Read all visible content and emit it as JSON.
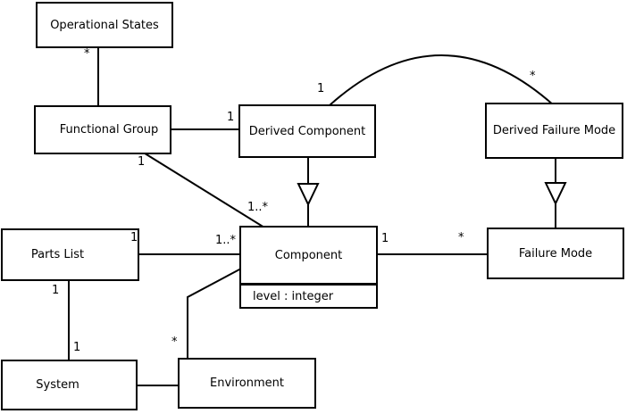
{
  "diagram_type": "uml-class-diagram",
  "colors": {
    "background": "#ffffff",
    "line": "#000000",
    "box_fill": "#ffffff",
    "text": "#000000"
  },
  "classes": [
    {
      "id": "operational-states",
      "name": "Operational States"
    },
    {
      "id": "functional-group",
      "name": "Functional Group"
    },
    {
      "id": "derived-component",
      "name": "Derived Component"
    },
    {
      "id": "derived-failure-mode",
      "name": "Derived Failure Mode"
    },
    {
      "id": "parts-list",
      "name": "Parts List"
    },
    {
      "id": "component",
      "name": "Component",
      "attributes": [
        "level : integer"
      ]
    },
    {
      "id": "failure-mode",
      "name": "Failure Mode"
    },
    {
      "id": "system",
      "name": "System"
    },
    {
      "id": "environment",
      "name": "Environment"
    }
  ],
  "associations": [
    {
      "between": [
        "Operational States",
        "Functional Group"
      ],
      "mult_near_a": "*",
      "mult_near_b": ""
    },
    {
      "between": [
        "Functional Group",
        "Derived Component"
      ],
      "mult_near_a": "",
      "mult_near_b": "1"
    },
    {
      "between": [
        "Derived Component",
        "Derived Failure Mode"
      ],
      "shape": "arc",
      "mult_near_a": "1",
      "mult_near_b": "*"
    },
    {
      "between": [
        "Functional Group",
        "Component"
      ],
      "mult_near_a": "1",
      "mult_near_b": "1..*"
    },
    {
      "between": [
        "Parts List",
        "Component"
      ],
      "mult_near_a": "1",
      "mult_near_b": "1..*"
    },
    {
      "between": [
        "Parts List",
        "System"
      ],
      "mult_near_a": "1",
      "mult_near_b": "1"
    },
    {
      "between": [
        "System",
        "Environment"
      ],
      "mult_near_a": "",
      "mult_near_b": ""
    },
    {
      "between": [
        "Environment",
        "Component"
      ],
      "mult_near_a": "*",
      "mult_near_b": ""
    },
    {
      "between": [
        "Component",
        "Failure Mode"
      ],
      "mult_near_a": "1",
      "mult_near_b": "*"
    }
  ],
  "generalizations": [
    {
      "child": "Derived Component",
      "parent": "Component"
    },
    {
      "child": "Derived Failure Mode",
      "parent": "Failure Mode"
    }
  ],
  "labels": [
    {
      "text": "*",
      "assoc": "operational-states/functional-group"
    },
    {
      "text": "1",
      "assoc": "functional-group/derived-component"
    },
    {
      "text": "1",
      "assoc": "derived-component/derived-failure-mode-arc"
    },
    {
      "text": "*",
      "assoc": "derived-component/derived-failure-mode-arc"
    },
    {
      "text": "1",
      "assoc": "functional-group/component"
    },
    {
      "text": "1..*",
      "assoc": "functional-group/component"
    },
    {
      "text": "1",
      "assoc": "parts-list/component"
    },
    {
      "text": "1..*",
      "assoc": "parts-list/component"
    },
    {
      "text": "1",
      "assoc": "component/failure-mode"
    },
    {
      "text": "*",
      "assoc": "component/failure-mode"
    },
    {
      "text": "1",
      "assoc": "parts-list/system"
    },
    {
      "text": "1",
      "assoc": "parts-list/system"
    },
    {
      "text": "*",
      "assoc": "environment/component"
    }
  ]
}
